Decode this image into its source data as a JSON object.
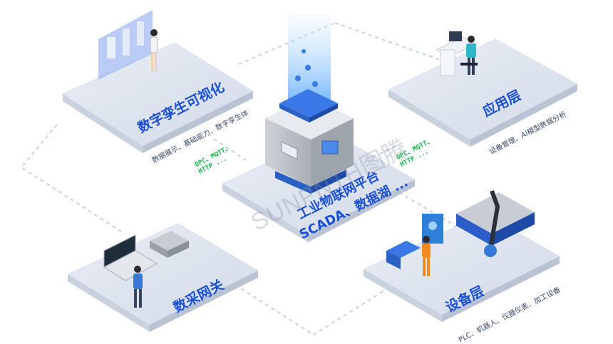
{
  "platform": {
    "title_line1": "工业物联网平台",
    "title_line2": "SCADA、数据湖 ...",
    "watermark": "SUNPNTH图腾"
  },
  "nodes": {
    "digital_twin": {
      "title": "数字孪生可视化",
      "subtitle": "数据展示、基础能力、数字孪生体"
    },
    "application": {
      "title": "应用层",
      "subtitle": "设备管理、AI模型数据分析"
    },
    "gateway": {
      "title": "数采网关"
    },
    "device": {
      "title": "设备层",
      "subtitle": "PLC、机器人、仪器仪表、加工设备"
    }
  },
  "protocols": {
    "left_line1": "OPC、MQTT、",
    "left_line2": "HTTP ...",
    "right_line1": "OPC、MQTT、",
    "right_line2": "HTTP ..."
  },
  "colors": {
    "accent": "#1a4fd6",
    "protocol": "#17b84a",
    "platform": "#cfd8e6",
    "cube": "#3b78e7"
  }
}
